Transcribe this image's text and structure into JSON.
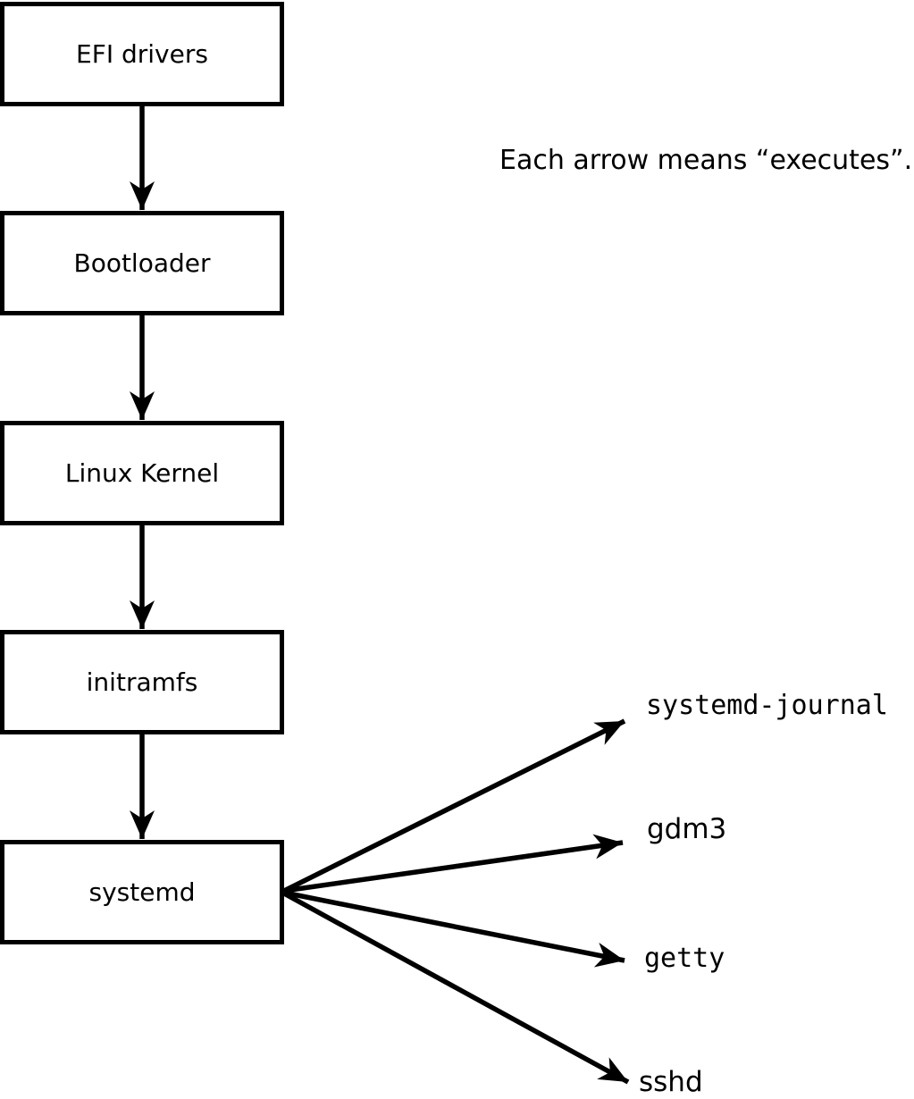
{
  "caption": "Each arrow means “executes”.",
  "chain": [
    {
      "label": "EFI drivers"
    },
    {
      "label": "Bootloader"
    },
    {
      "label": "Linux Kernel"
    },
    {
      "label": "initramfs"
    },
    {
      "label": "systemd"
    }
  ],
  "spawned": [
    {
      "label": "systemd-journal"
    },
    {
      "label": "gdm3"
    },
    {
      "label": "getty"
    },
    {
      "label": "sshd"
    }
  ],
  "arrow_meaning": "executes",
  "colors": {
    "ink": "#000000",
    "paper": "#ffffff",
    "box_fill": "#ffffff"
  }
}
